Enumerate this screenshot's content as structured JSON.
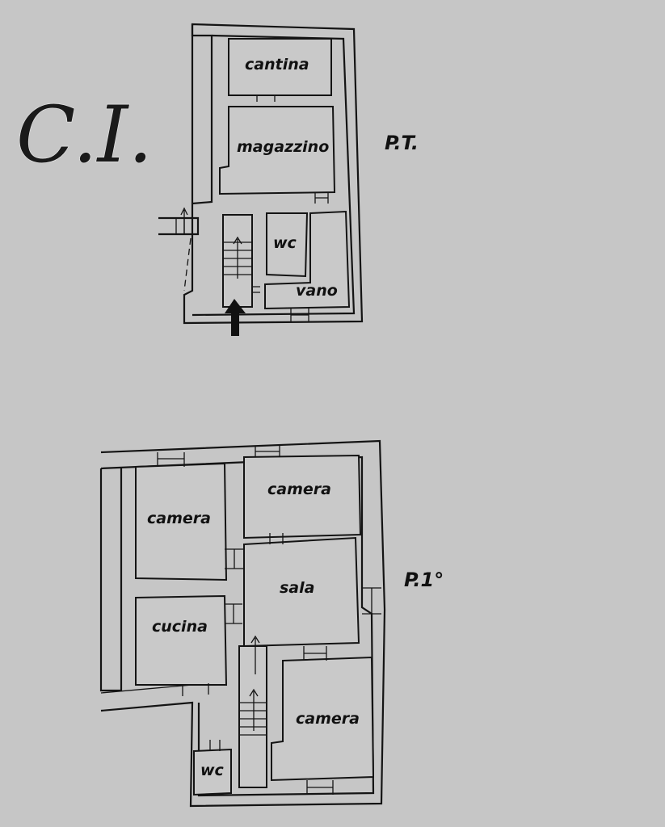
{
  "logo": {
    "text": "C.I."
  },
  "ground_floor": {
    "label": "P.T.",
    "rooms": {
      "cantina": "cantina",
      "magazzino": "magazzino",
      "wc": "wc",
      "vano": "vano"
    }
  },
  "first_floor": {
    "label": "P.1°",
    "rooms": {
      "camera_top": "camera",
      "camera_left": "camera",
      "sala": "sala",
      "cucina": "cucina",
      "camera_bottom": "camera",
      "wc": "wc"
    }
  },
  "colors": {
    "background": "#c6c6c6",
    "lines": "#141414"
  }
}
